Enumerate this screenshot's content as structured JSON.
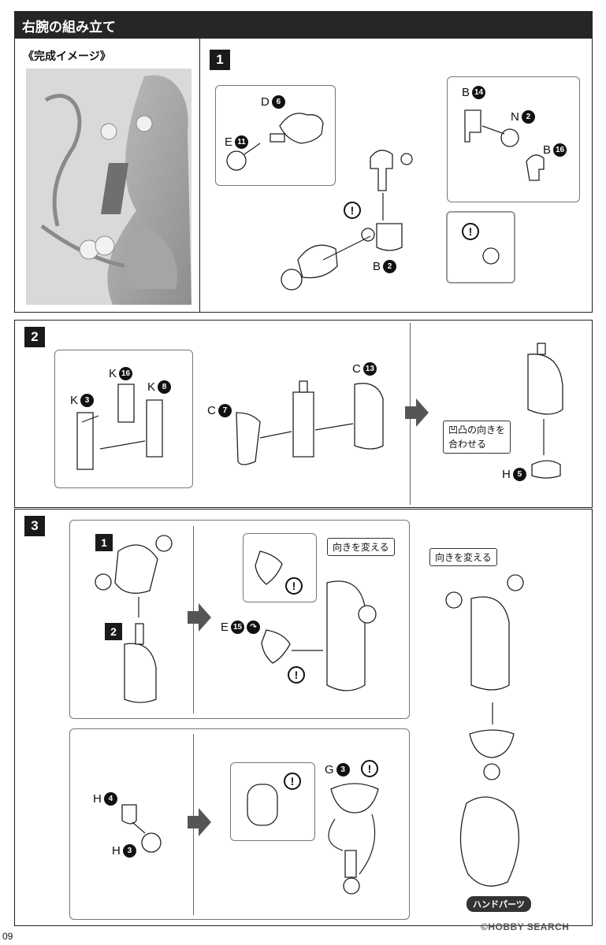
{
  "header": {
    "title": "右腕の組み立て"
  },
  "image_preview": {
    "label": "《完成イメージ》"
  },
  "steps": {
    "s1": "1",
    "s2": "2",
    "s3": "3",
    "ref1": "1",
    "ref2": "2"
  },
  "parts": {
    "D6": {
      "letter": "D",
      "num": "6"
    },
    "E11": {
      "letter": "E",
      "num": "11"
    },
    "B14": {
      "letter": "B",
      "num": "14"
    },
    "N2": {
      "letter": "N",
      "num": "2"
    },
    "B16": {
      "letter": "B",
      "num": "16"
    },
    "B2": {
      "letter": "B",
      "num": "2"
    },
    "K16": {
      "letter": "K",
      "num": "16"
    },
    "K3": {
      "letter": "K",
      "num": "3"
    },
    "K8": {
      "letter": "K",
      "num": "8"
    },
    "C7": {
      "letter": "C",
      "num": "7"
    },
    "C13": {
      "letter": "C",
      "num": "13"
    },
    "H5": {
      "letter": "H",
      "num": "5"
    },
    "E15": {
      "letter": "E",
      "num": "15"
    },
    "H4": {
      "letter": "H",
      "num": "4"
    },
    "H3": {
      "letter": "H",
      "num": "3"
    },
    "G3": {
      "letter": "G",
      "num": "3"
    }
  },
  "caution_mark": "!",
  "notes": {
    "align_1": "凹凸の向きを",
    "align_2": "合わせる",
    "turn_a": "向きを変える",
    "turn_b": "向きを変える",
    "hand_parts": "ハンドパーツ"
  },
  "footer": {
    "page_number": "09",
    "watermark": "©HOBBY SEARCH"
  }
}
